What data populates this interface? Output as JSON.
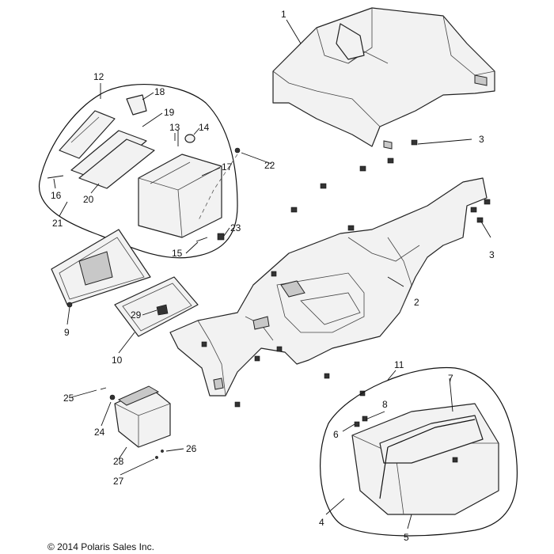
{
  "callouts": [
    "1",
    "2",
    "3",
    "3",
    "4",
    "5",
    "6",
    "7",
    "8",
    "9",
    "10",
    "11",
    "12",
    "13",
    "14",
    "15",
    "16",
    "17",
    "18",
    "19",
    "20",
    "21",
    "22",
    "23",
    "24",
    "25",
    "26",
    "27",
    "28",
    "29"
  ],
  "copyright": "© 2014 Polaris Sales Inc."
}
